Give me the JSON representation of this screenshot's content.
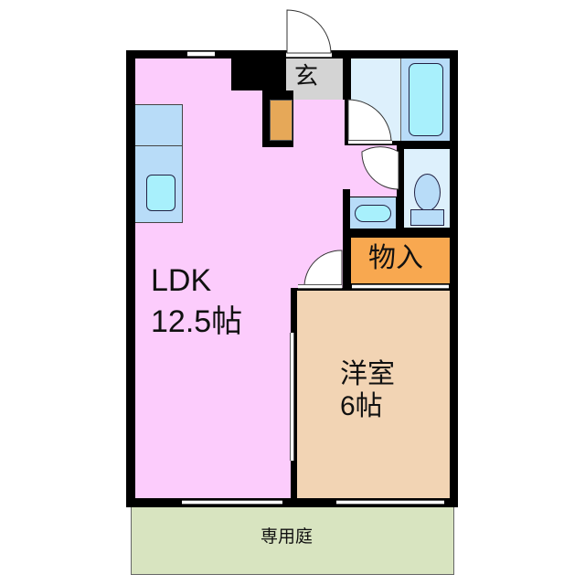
{
  "floorplan": {
    "rooms": {
      "ldk": {
        "name": "LDK",
        "size": "12.5帖"
      },
      "western": {
        "name": "洋室",
        "size": "6帖"
      },
      "entrance": {
        "name": "玄"
      },
      "storage": {
        "name": "物入"
      },
      "garden": {
        "name": "専用庭"
      }
    },
    "colors": {
      "ldk": "#fcccfc",
      "western": "#f2d4b4",
      "entrance": "#d4d4d4",
      "storage": "#f8a850",
      "shoe_closet": "#e6a858",
      "wet_area": "#ddf0fc",
      "fixture": "#b8dcf8",
      "water": "#a8f0fc",
      "garden": "#d8e4c0",
      "wall": "#000000"
    }
  }
}
